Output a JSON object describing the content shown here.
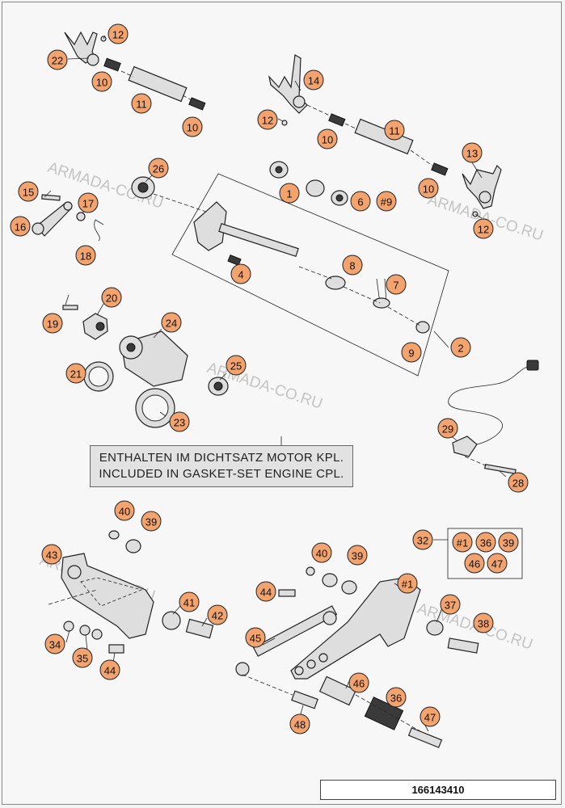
{
  "watermark": "ARMADA-CO.RU",
  "note": {
    "line_de": "ENTHALTEN IM DICHTSATZ MOTOR KPL.",
    "line_en": "INCLUDED IN GASKET-SET ENGINE CPL.",
    "ref": "#9"
  },
  "drawing_number": "166143410",
  "kit": {
    "ref": "32",
    "items": [
      "#1",
      "36",
      "39",
      "46",
      "47"
    ]
  },
  "colors": {
    "callout_fill": "#f2a36e",
    "line": "#222222",
    "background": "#f7f7f7"
  },
  "callouts": [
    "12",
    "22",
    "10",
    "11",
    "10",
    "14",
    "12",
    "10",
    "11",
    "13",
    "10",
    "12",
    "26",
    "1",
    "6",
    "#9",
    "15",
    "17",
    "16",
    "18",
    "4",
    "8",
    "7",
    "2",
    "9",
    "20",
    "19",
    "24",
    "21",
    "25",
    "23",
    "29",
    "28",
    "40",
    "39",
    "43",
    "40",
    "39",
    "41",
    "42",
    "44",
    "32",
    "#1",
    "37",
    "38",
    "34",
    "35",
    "44",
    "45",
    "46",
    "36",
    "48",
    "47"
  ]
}
